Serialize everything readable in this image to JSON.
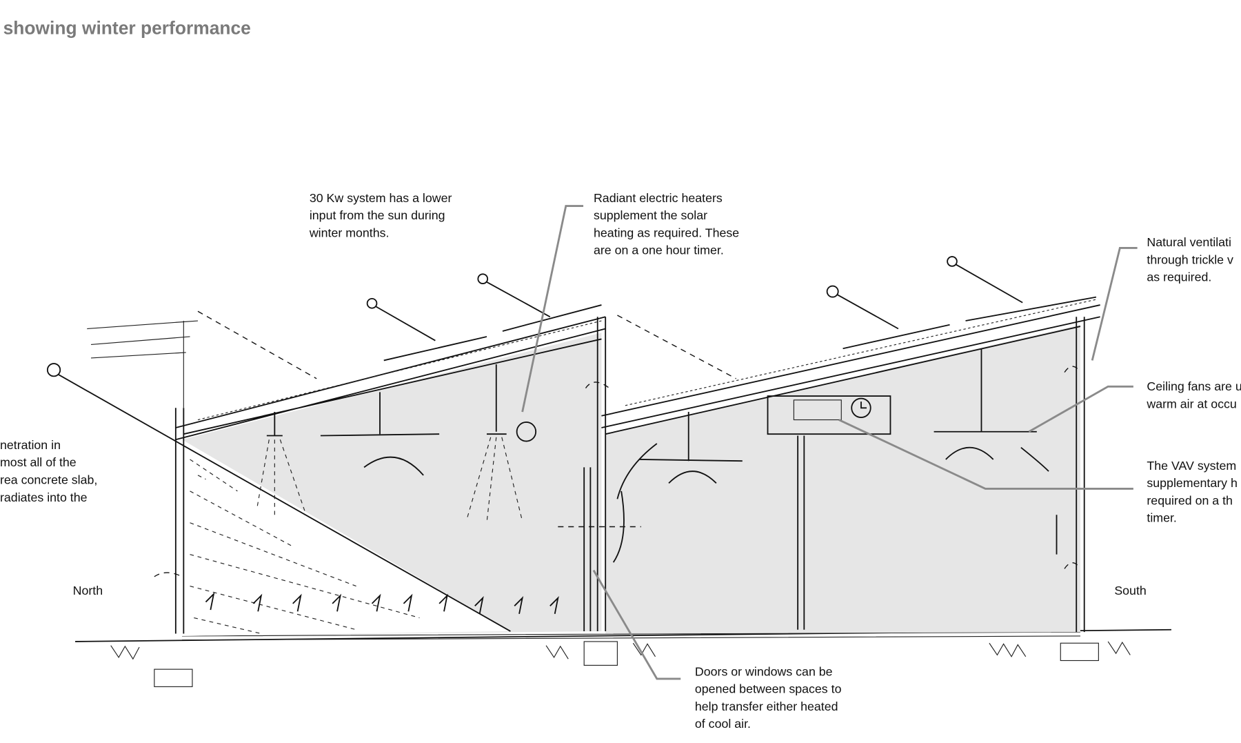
{
  "title": "showing winter performance",
  "orientation": {
    "north": "North",
    "south": "South"
  },
  "annotations": {
    "solar_system": [
      "30 Kw system has a lower",
      "input from the sun during",
      "winter months."
    ],
    "radiant_heaters": [
      "Radiant electric heaters",
      "supplement the solar",
      "heating as required.  These",
      "are on a one hour timer."
    ],
    "natural_ventilation": [
      "Natural ventilati",
      "through trickle v",
      "as required."
    ],
    "ceiling_fans": [
      "Ceiling fans are u",
      "warm air at occu"
    ],
    "vav_system": [
      "The VAV system",
      "supplementary h",
      "required on a th",
      "timer."
    ],
    "sun_penetration": [
      "netration in",
      "most all of the",
      "rea concrete slab,",
      "radiates into the"
    ],
    "doors_windows": [
      "Doors or windows can be",
      "opened between spaces to",
      "help transfer either heated",
      "of cool air."
    ]
  }
}
